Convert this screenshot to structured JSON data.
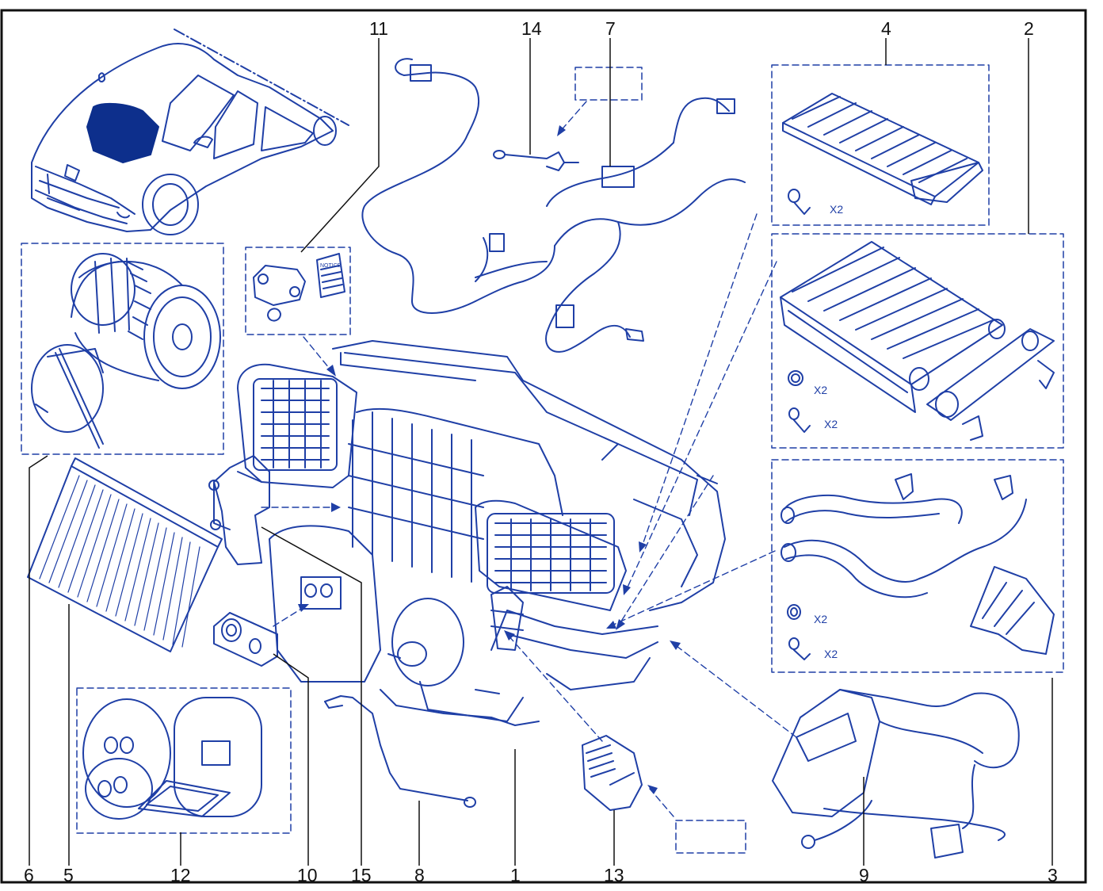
{
  "colors": {
    "line": "#1f3fa6",
    "fill": "#0d2f8c",
    "frame": "#111111",
    "label": "#111111"
  },
  "callouts": {
    "c1": "1",
    "c2": "2",
    "c3": "3",
    "c4": "4",
    "c5": "5",
    "c6": "6",
    "c7": "7",
    "c8": "8",
    "c9": "9",
    "c10": "10",
    "c11": "11",
    "c12": "12",
    "c13": "13",
    "c14": "14",
    "c15": "15"
  },
  "quantities": {
    "q4_screw": "X2",
    "q2_seal": "X2",
    "q2_screw": "X2",
    "q3_seal": "X2",
    "q3_screw": "X2"
  },
  "notice_sheet": "NOTICE"
}
